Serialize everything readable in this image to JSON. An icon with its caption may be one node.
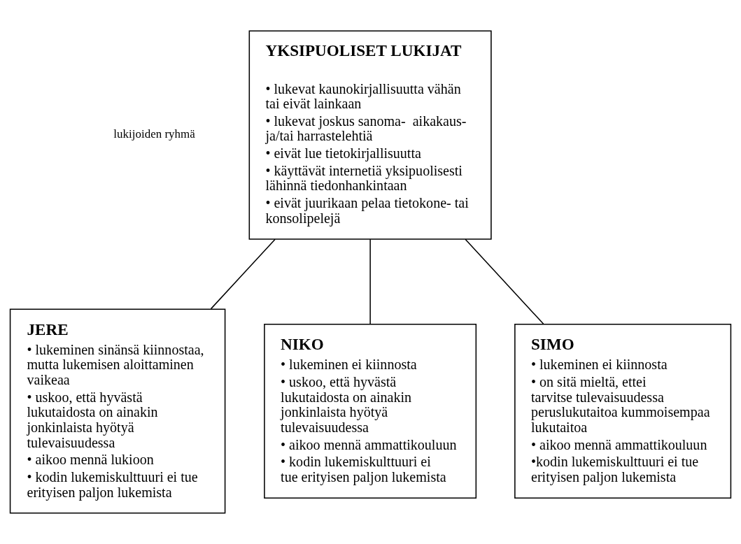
{
  "diagram": {
    "nodes": [
      {
        "text": [
          "YKSIPUOLISET LUKIJAT",
          "• lukevat kaunokirjallisuutta vähän tai eivät lainkaan",
          "• lukevat joskus sanoma-  aikakaus- ja/tai harrastelehtiä",
          "• eivät lue tietokirjallisuutta",
          "• käyttävät internetiä yksipuolisesti lähinnä tiedonhankintaan",
          "• eivät juurikaan pelaa tietokone- tai konsolipelejä"
        ]
      },
      {
        "text": [
          "JERE",
          "• lukeminen sinänsä kiinnostaa, mutta lukemisen aloittaminen vaikeaa",
          "• uskoo, että hyvästä lukutaidosta on ainakin jonkinlaista hyötyä tulevaisuudessa",
          "• aikoo mennä lukioon",
          "• kodin lukemiskulttuuri ei tue erityisen paljon lukemista"
        ]
      },
      {
        "text": [
          "NIKO",
          "• lukeminen ei kiinnosta",
          "• uskoo, että hyvästä lukutaidosta on ainakin jonkinlaista hyötyä tulevaisuudessa",
          "• aikoo mennä ammattikouluun",
          "• kodin lukemiskulttuuri ei tue erityisen paljon lukemista"
        ]
      },
      {
        "text": [
          "SIMO",
          "• lukeminen ei kiinnosta",
          "• on sitä mieltä, ettei tarvitse tulevaisuudessa peruslukutaitoa kummoisempaa lukutaitoa",
          "• aikoo mennä ammattikouluun",
          "•kodin lukemiskulttuuri ei tue erityisen paljon lukemista"
        ]
      }
    ],
    "edges": [
      {
        "from": 0,
        "to": 1,
        "arrow": "none"
      },
      {
        "from": 0,
        "to": 2,
        "arrow": "none"
      },
      {
        "from": 0,
        "to": 3,
        "arrow": "none"
      }
    ],
    "labels": [
      "lukijoiden ryhmä"
    ]
  }
}
